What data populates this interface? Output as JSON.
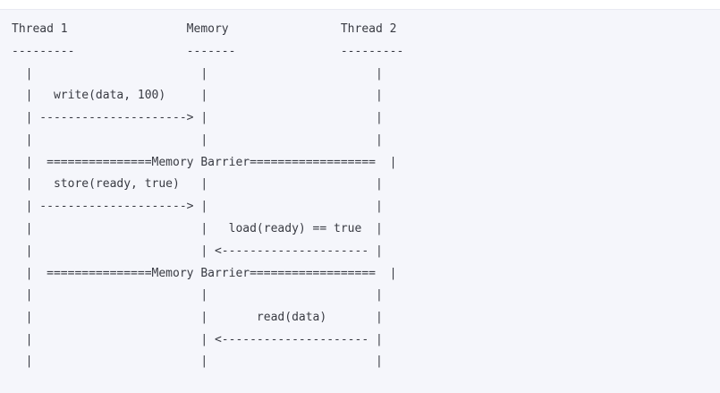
{
  "diagram": {
    "lines": [
      "Thread 1                 Memory                Thread 2",
      "---------                -------               ---------",
      "  |                        |                        |",
      "  |   write(data, 100)     |                        |",
      "  | ---------------------> |                        |",
      "  |                        |                        |",
      "  |  ===============Memory Barrier==================  |",
      "  |   store(ready, true)   |                        |",
      "  | ---------------------> |                        |",
      "  |                        |   load(ready) == true  |",
      "  |                        | <--------------------- |",
      "  |  ===============Memory Barrier==================  |",
      "  |                        |                        |",
      "  |                        |       read(data)       |",
      "  |                        | <--------------------- |",
      "  |                        |                        |"
    ]
  }
}
